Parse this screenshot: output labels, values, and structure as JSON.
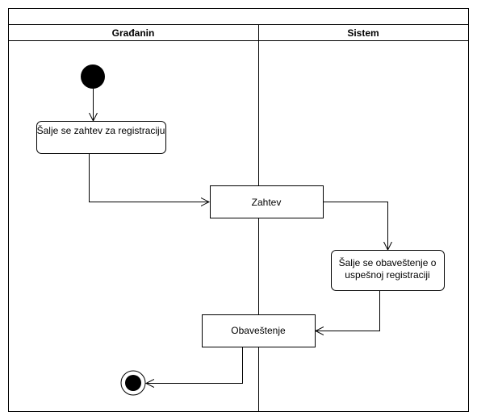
{
  "diagram": {
    "type": "uml-activity-swimlane",
    "lanes": [
      {
        "id": "gradjanin",
        "title": "Građanin"
      },
      {
        "id": "sistem",
        "title": "Sistem"
      }
    ],
    "nodes": {
      "send_request": {
        "lines": [
          "Šalje se zahtev za registraciju"
        ]
      },
      "request_object": {
        "lines": [
          "Zahtev"
        ]
      },
      "send_notification": {
        "lines": [
          "Šalje se obaveštenje o",
          "uspešnoj registraciji"
        ]
      },
      "notification_object": {
        "lines": [
          "Obaveštenje"
        ]
      }
    },
    "flows": [
      {
        "from": "start",
        "to": "send_request"
      },
      {
        "from": "send_request",
        "to": "request_object"
      },
      {
        "from": "request_object",
        "to": "send_notification"
      },
      {
        "from": "send_notification",
        "to": "notification_object"
      },
      {
        "from": "notification_object",
        "to": "end"
      }
    ]
  }
}
